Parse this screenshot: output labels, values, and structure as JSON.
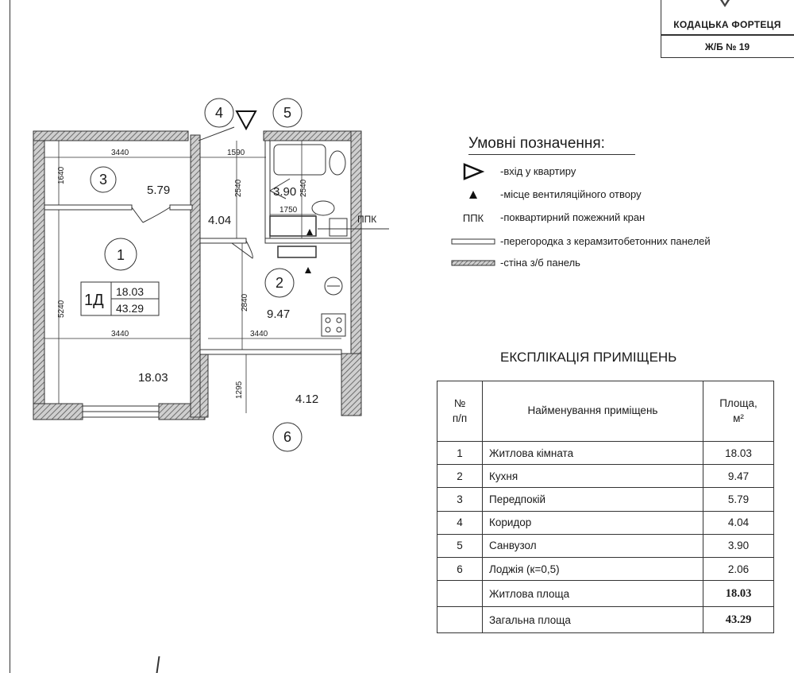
{
  "header": {
    "company": "КОДАЦЬКА ФОРТЕЦЯ",
    "doc_code": "Ж/Б № 19"
  },
  "plan": {
    "room_numbers": [
      "1",
      "2",
      "3",
      "4",
      "5",
      "6"
    ],
    "areas": {
      "r3": "5.79",
      "r4": "4.04",
      "r5": "3.90",
      "r2": "9.47",
      "r1": "18.03",
      "r6": "4.12"
    },
    "dimensions": {
      "top_width": "3440",
      "top_corridor": "1590",
      "hall_height": "1640",
      "corridor_height": "2540",
      "bath_height": "2540",
      "bath_width": "1750",
      "room_height": "5240",
      "kitchen_height": "2840",
      "room_width": "3440",
      "kitchen_width": "3440",
      "loggia_depth": "1295"
    },
    "unit_type": "1Д",
    "summary_living": "18.03",
    "summary_total": "43.29",
    "ppk_label": "ППК"
  },
  "legend": {
    "title": "Умовні позначення:",
    "items": [
      {
        "symbol": "entrance-triangle",
        "text": "-вхід у квартиру"
      },
      {
        "symbol": "vent-triangle",
        "text": "-місце вентиляційного отвору"
      },
      {
        "symbol": "ППК",
        "text": "-поквартирний пожежний кран"
      },
      {
        "symbol": "partition-line",
        "text": "-перегородка з керамзитобетонних панелей"
      },
      {
        "symbol": "wall-hatch",
        "text": "-стіна з/б панель"
      }
    ]
  },
  "explication": {
    "title": "ЕКСПЛІКАЦІЯ ПРИМІЩЕНЬ",
    "headers": {
      "num_line1": "№",
      "num_line2": "п/п",
      "name": "Найменування приміщень",
      "area_line1": "Площа,",
      "area_line2": "м²"
    },
    "rows": [
      {
        "num": "1",
        "name": "Житлова кімната",
        "area": "18.03"
      },
      {
        "num": "2",
        "name": "Кухня",
        "area": "9.47"
      },
      {
        "num": "3",
        "name": "Передпокій",
        "area": "5.79"
      },
      {
        "num": "4",
        "name": "Коридор",
        "area": "4.04"
      },
      {
        "num": "5",
        "name": "Санвузол",
        "area": "3.90"
      },
      {
        "num": "6",
        "name": "Лоджія (к=0,5)",
        "area": "2.06"
      }
    ],
    "totals": [
      {
        "name": "Житлова площа",
        "area": "18.03"
      },
      {
        "name": "Загальна площа",
        "area": "43.29"
      }
    ]
  }
}
